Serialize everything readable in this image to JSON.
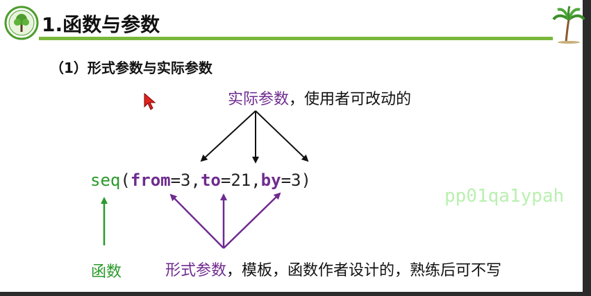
{
  "header": {
    "title": "1.函数与参数"
  },
  "section": {
    "subtitle": "（1）形式参数与实际参数"
  },
  "top_note": {
    "term": "实际参数",
    "rest": "，使用者可改动的"
  },
  "code": {
    "func": "seq",
    "open": "(",
    "arg1": "from",
    "val1": "=3,",
    "arg2": "to",
    "val2": "=21,",
    "arg3": "by",
    "val3": "=3)"
  },
  "func_label": "函数",
  "bottom_note": {
    "term": "形式参数",
    "rest": "，模板，函数作者设计的，熟练后可不写"
  },
  "watermark": "pp01qa1ypah",
  "colors": {
    "accent_green": "#79b83c",
    "purple": "#6f2b8f",
    "code_green": "#2a9a2a"
  }
}
